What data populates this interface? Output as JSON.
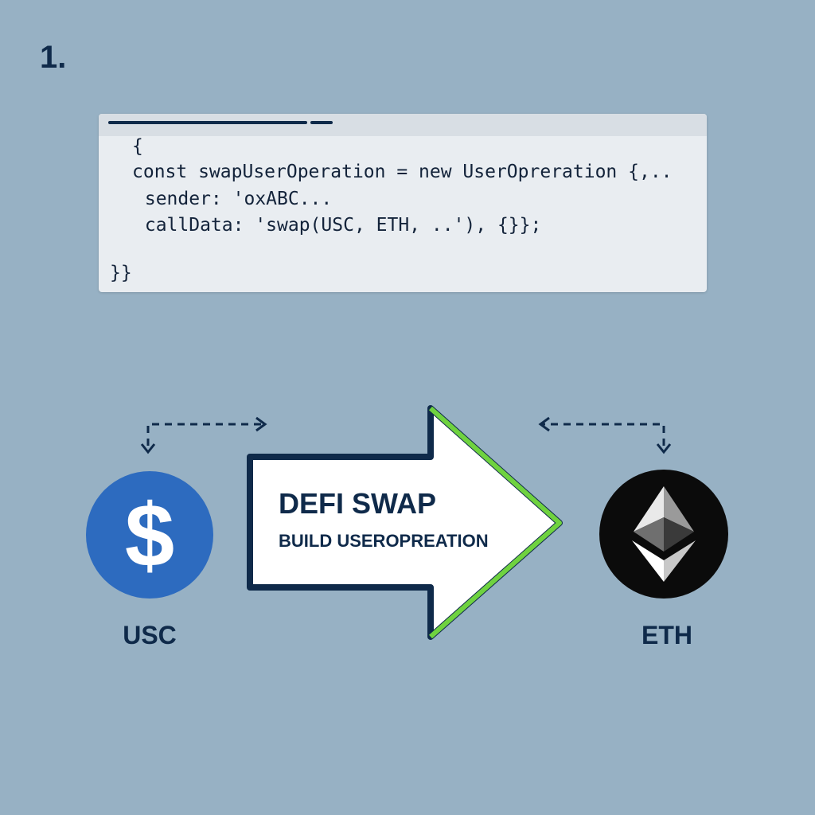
{
  "step": {
    "number": "1."
  },
  "code": {
    "lines": [
      "{",
      "const swapUserOperation = new UserOpreration {,..",
      " sender: 'oxABC...",
      " callData: 'swap(USC, ETH, ..'), {}};",
      "}}"
    ]
  },
  "arrow": {
    "title": "DEFI SWAP",
    "subtitle": "BUILD USEROPREATION"
  },
  "tokens": {
    "from": {
      "label": "USC",
      "symbol": "$",
      "icon": "dollar-icon",
      "color": "#2d6bbf"
    },
    "to": {
      "label": "ETH",
      "icon": "ethereum-icon",
      "color": "#0b0b0b"
    }
  },
  "colors": {
    "background": "#97b1c4",
    "navy": "#0f2a4a",
    "arrow_highlight": "#6fd23f",
    "code_panel": "#e9edf1"
  }
}
